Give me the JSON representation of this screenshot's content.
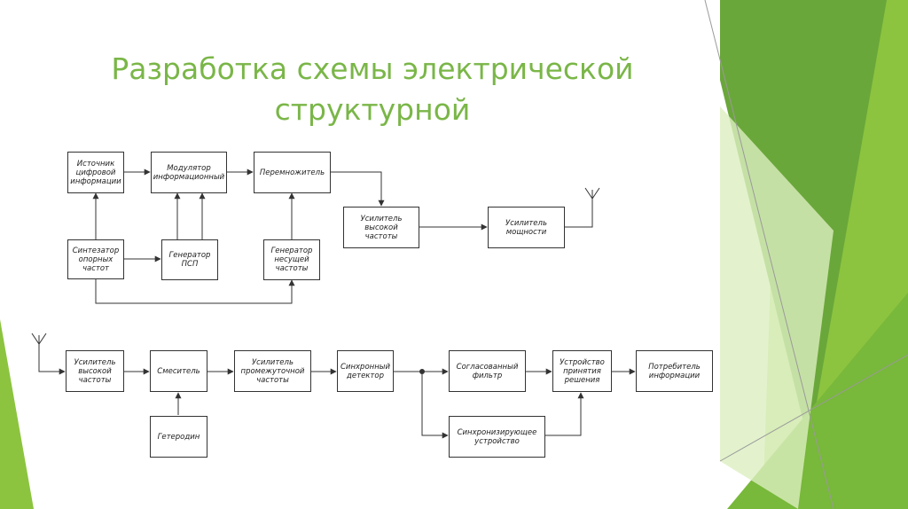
{
  "slide": {
    "title": "Разработка схемы электрической\nструктурной"
  },
  "transmitter": {
    "source": "Источник\nцифровой\nинформации",
    "modulator": "Модулятор\nинформационный",
    "multiplier": "Перемножитель",
    "hf_amplifier": "Усилитель\nвысокой\nчастоты",
    "power_amplifier": "Усилитель\nмощности",
    "synthesizer": "Синтезатор\nопорных\nчастот",
    "psp_generator": "Генератор\nПСП",
    "carrier_generator": "Генератор\nнесущей\nчастоты"
  },
  "receiver": {
    "hf_amplifier": "Усилитель\nвысокой\nчастоты",
    "mixer": "Смеситель",
    "if_amplifier": "Усилитель\nпромежуточной\nчастоты",
    "sync_detector": "Синхронный\nдетектор",
    "matched_filter": "Согласованный\nфильтр",
    "decision_device": "Устройство\nпринятия\nрешения",
    "consumer": "Потребитель\nинформации",
    "heterodyne": "Гетеродин",
    "sync_device": "Синхронизирующее\nустройство"
  },
  "colors": {
    "title": "#7ab648",
    "green_dark": "#5e9e32",
    "green_mid": "#8cc43f",
    "green_light": "#c6e39a",
    "line": "#333333"
  }
}
